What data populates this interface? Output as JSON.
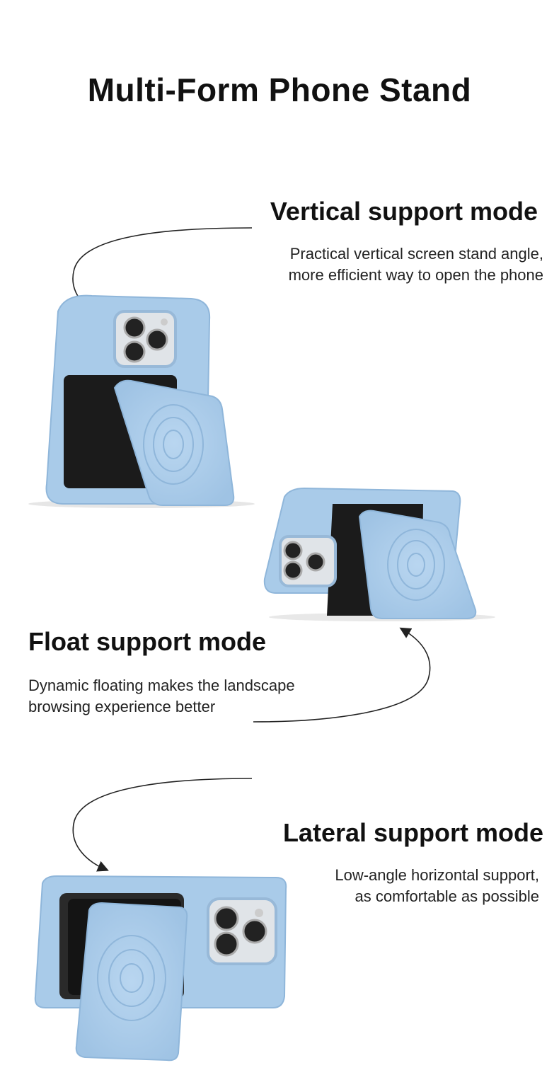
{
  "title": "Multi-Form Phone Stand",
  "modes": [
    {
      "heading": "Vertical support mode",
      "line1": "Practical vertical screen stand angle,",
      "line2": "more efficient way to open the phone"
    },
    {
      "heading": "Float support mode",
      "line1": "Dynamic floating makes the landscape",
      "line2": "browsing experience better"
    },
    {
      "heading": "Lateral support mode",
      "line1": "Low-angle horizontal support,",
      "line2": "as comfortable as possible"
    }
  ],
  "colors": {
    "case": "#a9cbe9",
    "case_shade": "#8fb6da",
    "wallet": "#1b1b1b",
    "camera": "#c8c8c8"
  }
}
